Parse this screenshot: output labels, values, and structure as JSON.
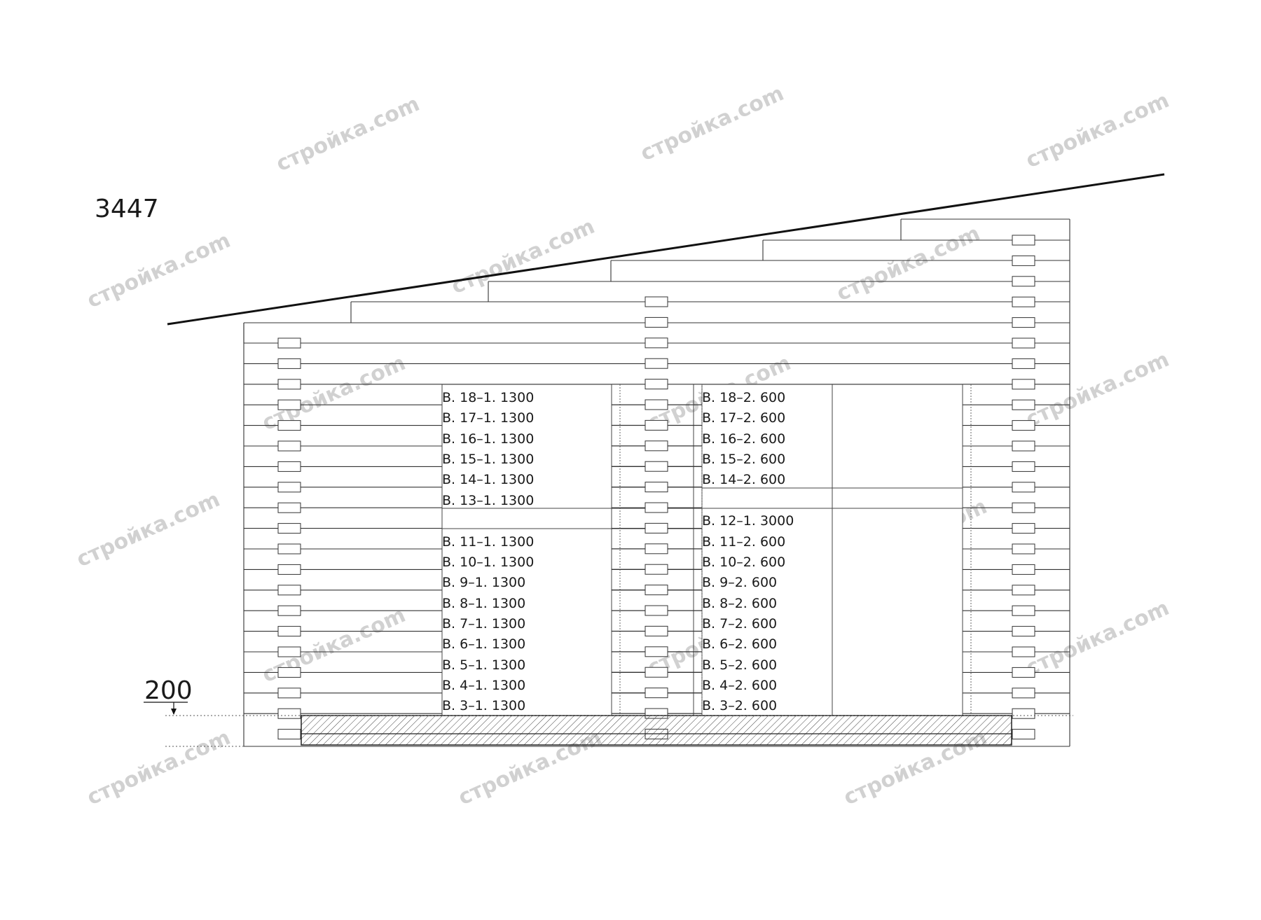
{
  "drawing": {
    "elevation_number": "3447",
    "offset_dimension": "200",
    "watermark": "стройка.com",
    "left_opening_labels": [
      "В. 18–1. 1300",
      "В. 17–1. 1300",
      "В. 16–1. 1300",
      "В. 15–1. 1300",
      "В. 14–1. 1300",
      "В. 13–1. 1300",
      "В. 11–1. 1300",
      "В. 10–1. 1300",
      "В. 9–1. 1300",
      "В. 8–1. 1300",
      "В. 7–1. 1300",
      "В. 6–1. 1300",
      "В. 5–1. 1300",
      "В. 4–1. 1300",
      "В. 3–1. 1300"
    ],
    "right_opening_labels": [
      "В. 18–2. 600",
      "В. 17–2. 600",
      "В. 16–2. 600",
      "В. 15–2. 600",
      "В. 14–2. 600",
      "В. 12–1. 3000",
      "В. 11–2. 600",
      "В. 10–2. 600",
      "В. 9–2. 600",
      "В. 8–2. 600",
      "В. 7–2. 600",
      "В. 6–2. 600",
      "В. 5–2. 600",
      "В. 4–2. 600",
      "В. 3–2. 600"
    ]
  }
}
